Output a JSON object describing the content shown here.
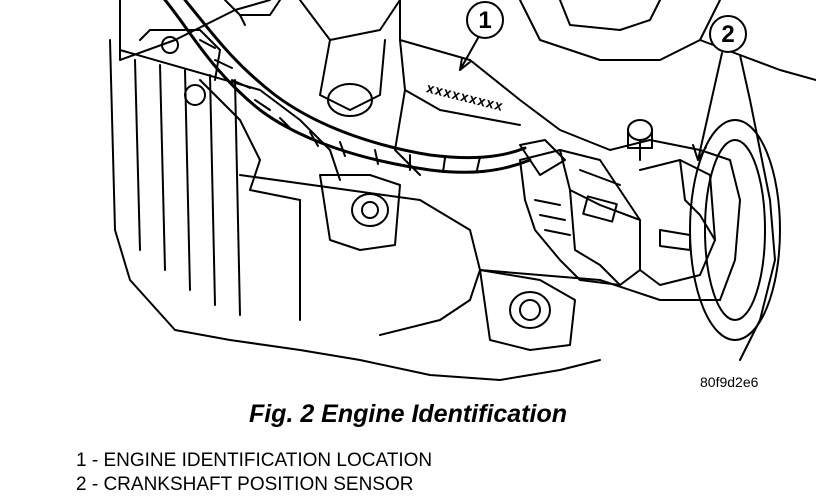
{
  "figure": {
    "caption": "Fig. 2 Engine Identification",
    "code": "80f9d2e6",
    "stamp_text": "xxxxxxxxx"
  },
  "callouts": [
    {
      "number": "1",
      "text": "1 - ENGINE IDENTIFICATION LOCATION"
    },
    {
      "number": "2",
      "text": "2 - CRANKSHAFT POSITION SENSOR"
    }
  ]
}
